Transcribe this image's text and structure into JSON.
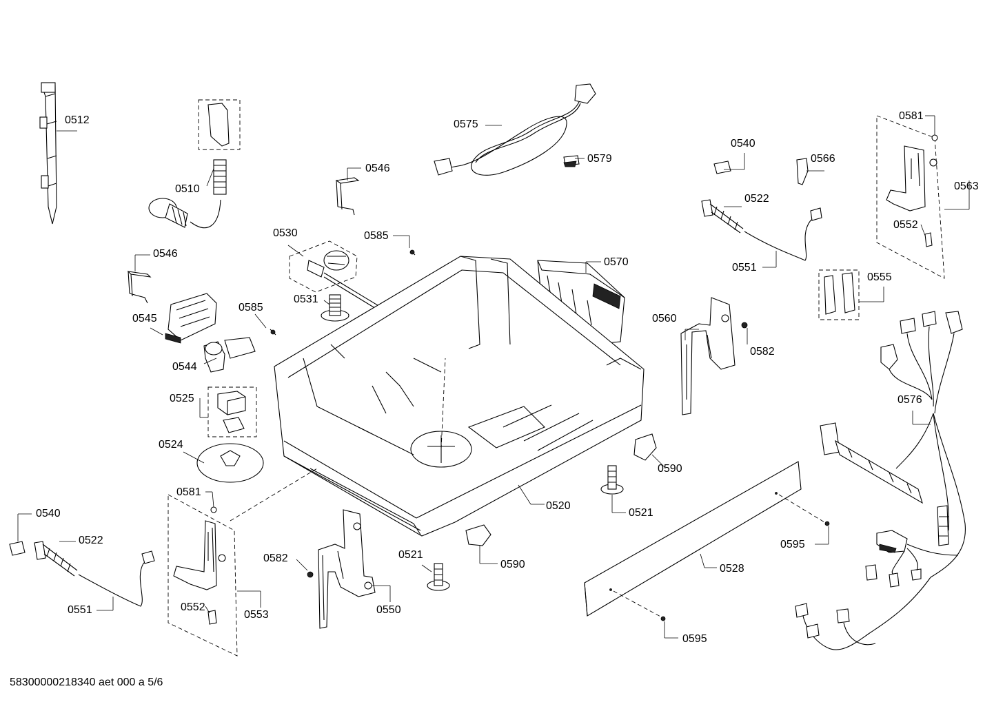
{
  "labels": {
    "l0512": "0512",
    "l0510": "0510",
    "l0546a": "0546",
    "l0546b": "0546",
    "l0575": "0575",
    "l0579": "0579",
    "l0540a": "0540",
    "l0540b": "0540",
    "l0566": "0566",
    "l0581a": "0581",
    "l0581b": "0581",
    "l0563": "0563",
    "l0522a": "0522",
    "l0522b": "0522",
    "l0552a": "0552",
    "l0552b": "0552",
    "l0530": "0530",
    "l0585a": "0585",
    "l0585b": "0585",
    "l0570": "0570",
    "l0551a": "0551",
    "l0551b": "0551",
    "l0555": "0555",
    "l0531": "0531",
    "l0545": "0545",
    "l0544": "0544",
    "l0560": "0560",
    "l0582a": "0582",
    "l0582b": "0582",
    "l0576": "0576",
    "l0525": "0525",
    "l0524": "0524",
    "l0590a": "0590",
    "l0590b": "0590",
    "l0520": "0520",
    "l0521a": "0521",
    "l0521b": "0521",
    "l0553": "0553",
    "l0550": "0550",
    "l0595a": "0595",
    "l0595b": "0595",
    "l0528": "0528"
  },
  "footer": "58300000218340 aet 000 a 5/6"
}
